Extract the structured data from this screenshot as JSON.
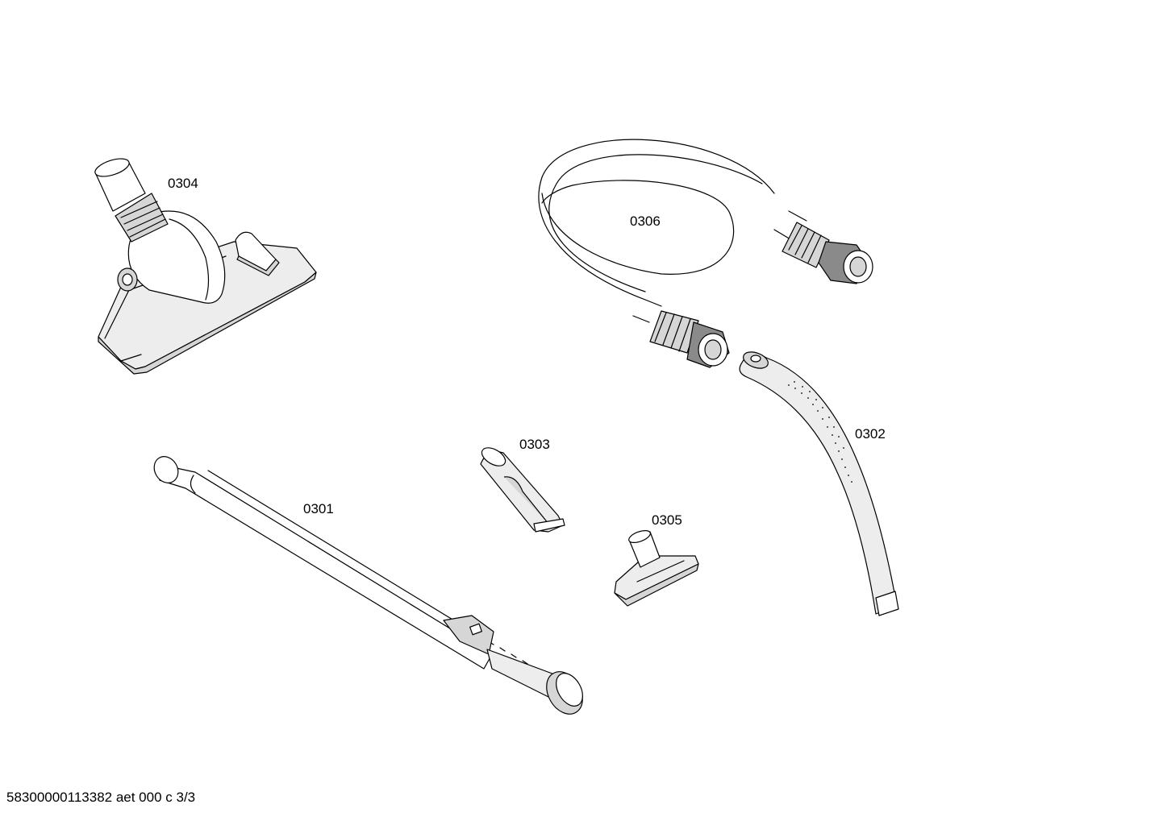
{
  "parts": [
    {
      "id": "floor-nozzle",
      "label": "0304"
    },
    {
      "id": "hose",
      "label": "0306"
    },
    {
      "id": "handle",
      "label": "0302"
    },
    {
      "id": "crevice-tool",
      "label": "0303"
    },
    {
      "id": "telescopic-tube",
      "label": "0301"
    },
    {
      "id": "upholstery-nozzle",
      "label": "0305"
    }
  ],
  "footer": {
    "text": "58300000113382 aet 000 c 3/3"
  }
}
